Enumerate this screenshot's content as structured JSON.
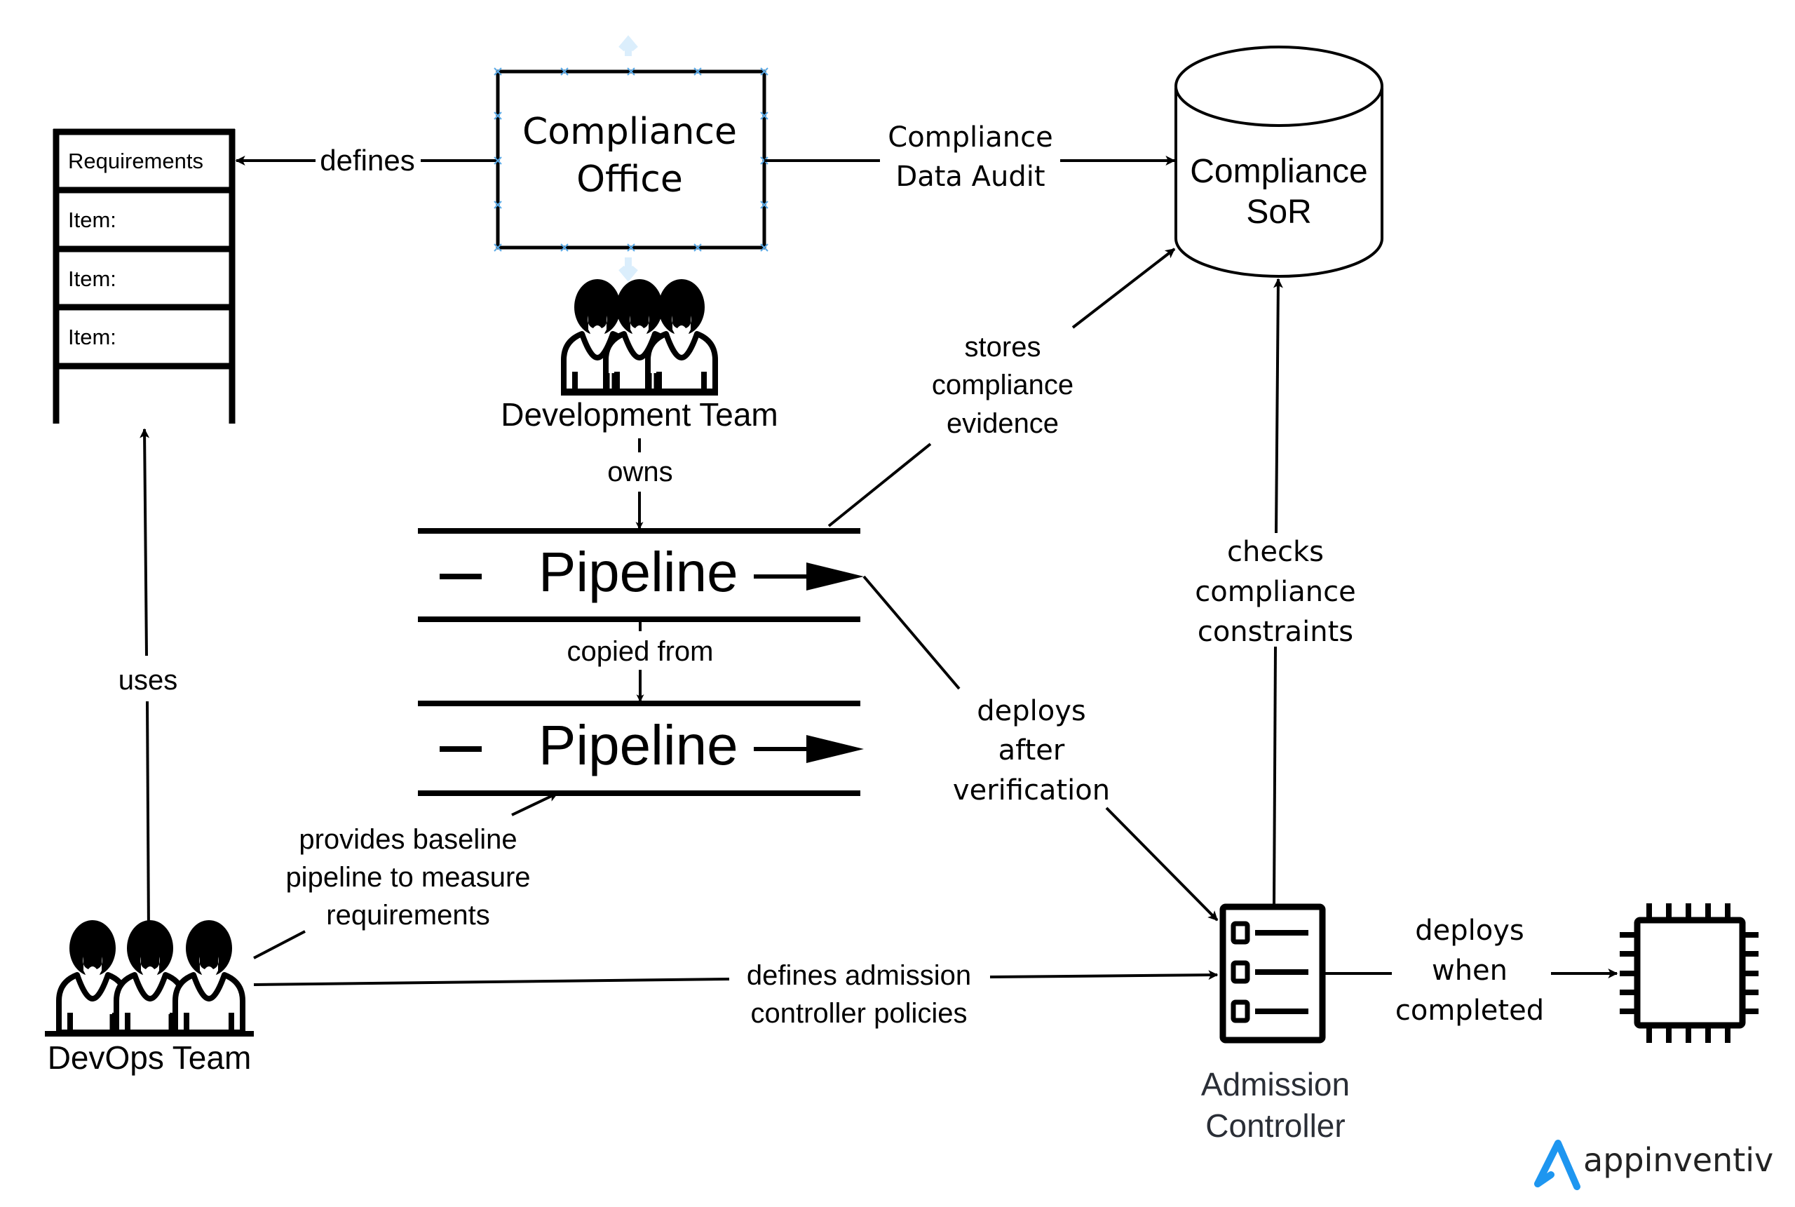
{
  "diagram": {
    "requirements_list": {
      "header": "Requirements",
      "items": [
        "Item:",
        "Item:",
        "Item:"
      ]
    },
    "compliance_office": {
      "lines": [
        "Compliance",
        "Office"
      ]
    },
    "compliance_sor": {
      "lines": [
        "Compliance",
        "SoR"
      ]
    },
    "development_team": {
      "label": "Development Team"
    },
    "devops_team": {
      "label": "DevOps Team"
    },
    "pipelines": [
      {
        "label": "Pipeline",
        "dash": "–"
      },
      {
        "label": "Pipeline",
        "dash": "–"
      }
    ],
    "admission_controller": {
      "lines": [
        "Admission",
        "Controller"
      ]
    },
    "edges": {
      "defines": "defines",
      "compliance_data_audit": [
        "Compliance",
        "Data Audit"
      ],
      "owns": "owns",
      "copied_from": "copied from",
      "stores_evidence": [
        "stores",
        "compliance",
        "evidence"
      ],
      "checks_constraints": [
        "checks",
        "compliance",
        "constraints"
      ],
      "deploys_after_verification": [
        "deploys",
        "after",
        "verification"
      ],
      "uses": "uses",
      "provides_baseline": [
        "provides baseline",
        "pipeline to measure",
        "requirements"
      ],
      "defines_admission": [
        "defines admission",
        "controller policies"
      ],
      "deploys_when_completed": [
        "deploys",
        "when",
        "completed"
      ]
    },
    "icons": {
      "team": "people-group-icon",
      "checklist": "checklist-icon",
      "chip": "cpu-chip-icon",
      "database": "database-cylinder-icon",
      "logo": "appinventiv-logo-icon"
    }
  },
  "brand": {
    "name": "appinventiv",
    "accent": "#1e96f0",
    "text_color": "#222222"
  }
}
